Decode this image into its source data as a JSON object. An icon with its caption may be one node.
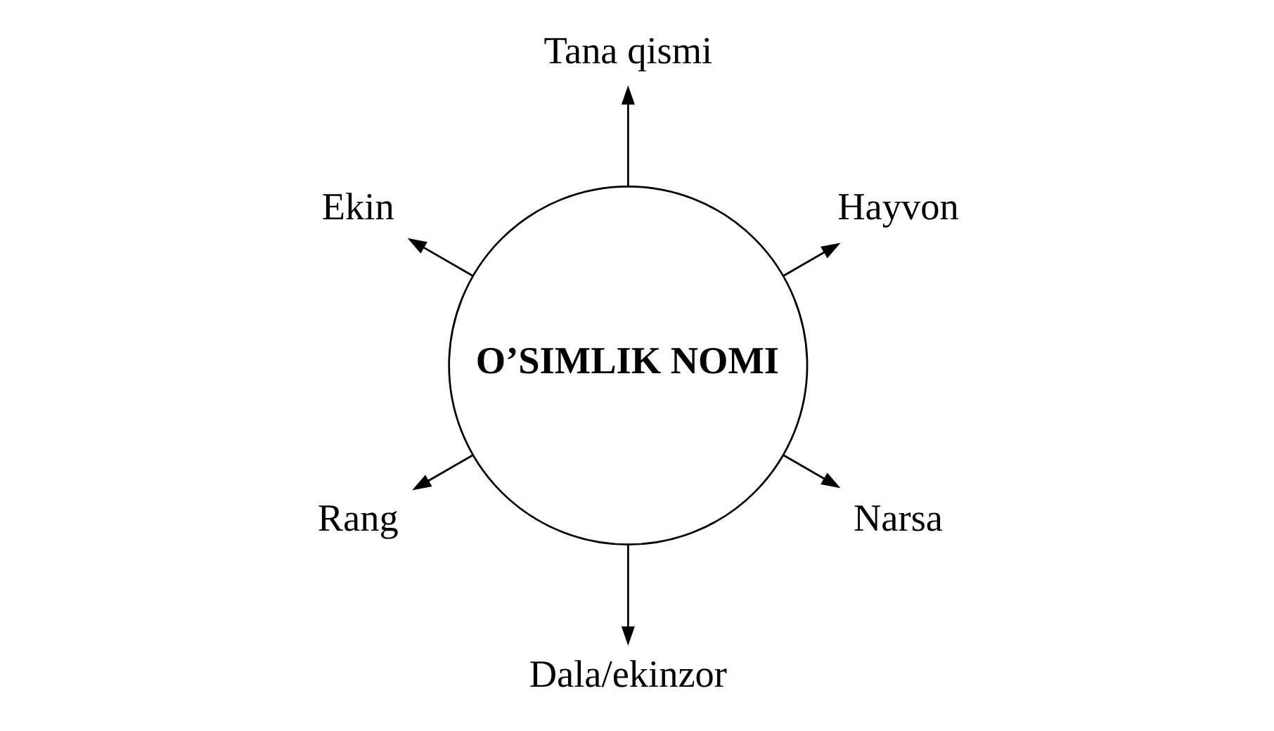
{
  "diagram": {
    "nodes": [
      {
        "text": [
          "O’SIMLIK NOMI"
        ]
      },
      {
        "text": [
          "Hayvon"
        ]
      },
      {
        "text": [
          "Tana qismi"
        ]
      },
      {
        "text": [
          "Ekin"
        ]
      },
      {
        "text": [
          "Rang"
        ]
      },
      {
        "text": [
          "Dala/ekinzor"
        ]
      },
      {
        "text": [
          "Narsa"
        ]
      }
    ],
    "edges": [
      {
        "from": 0,
        "to": 1,
        "arrow": "to"
      },
      {
        "from": 0,
        "to": 2,
        "arrow": "to"
      },
      {
        "from": 0,
        "to": 3,
        "arrow": "to"
      },
      {
        "from": 0,
        "to": 5,
        "arrow": "to"
      },
      {
        "from": 0,
        "to": 4,
        "arrow": "to"
      },
      {
        "from": 0,
        "to": 6,
        "arrow": "to"
      }
    ]
  }
}
